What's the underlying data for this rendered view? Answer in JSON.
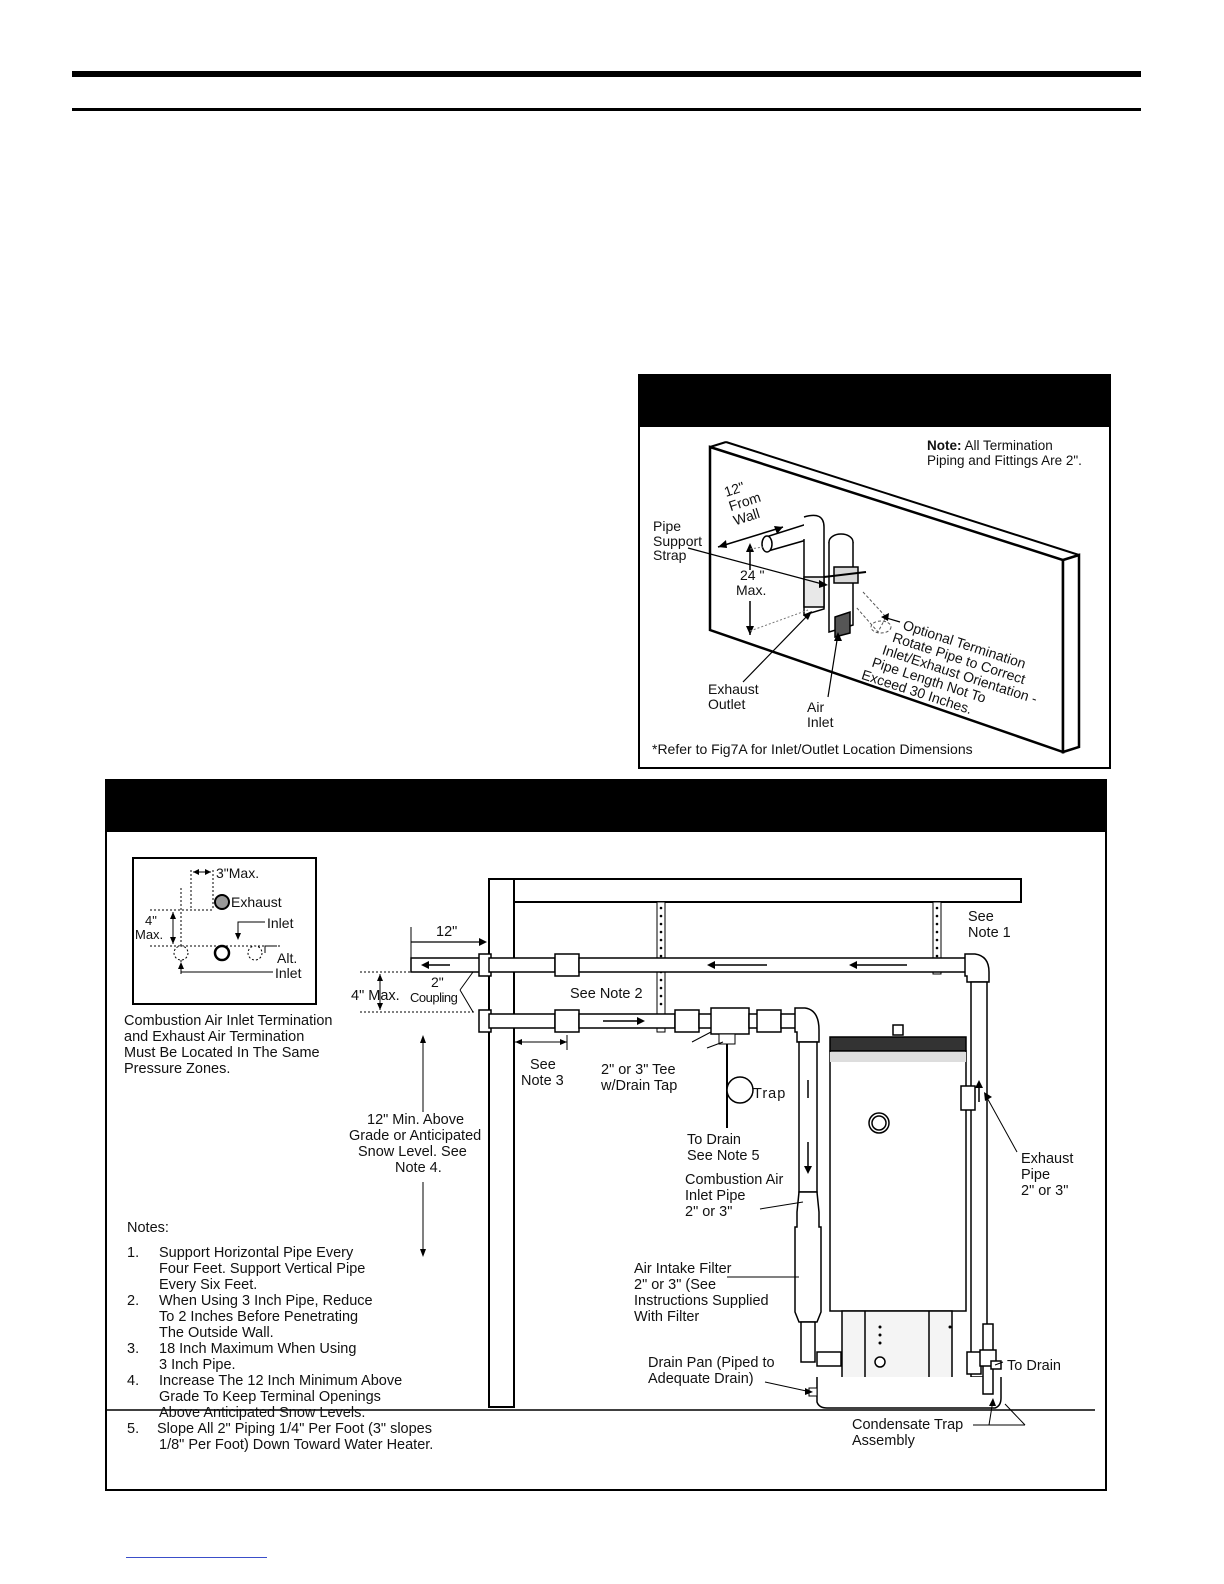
{
  "fig7": {
    "note_bold": "Note:",
    "note_rest": " All Termination",
    "note_line2": "Piping and Fittings Are 2\".",
    "from_wall": [
      "12\"",
      "From",
      "Wall"
    ],
    "support_strap": [
      "Pipe",
      "Support",
      "Strap"
    ],
    "max24": [
      "24 \"",
      "Max."
    ],
    "optional": [
      "Optional Termination",
      "Rotate Pipe to Correct",
      "Inlet/Exhaust Orientation -",
      "Pipe Length Not To",
      "Exceed 30 Inches."
    ],
    "exhaust_outlet": [
      "Exhaust",
      "Outlet"
    ],
    "air_inlet": [
      "Air",
      "Inlet"
    ],
    "refer": "*Refer to Fig7A for Inlet/Outlet Location Dimensions"
  },
  "fig7a": {
    "inset": {
      "max3": "3\"Max.",
      "exhaust": "Exhaust",
      "inlet": "Inlet",
      "max4": [
        "4\"",
        "Max."
      ],
      "alt_inlet": [
        "Alt.",
        "Inlet"
      ]
    },
    "pressure_note": [
      "Combustion Air Inlet Termination",
      "and Exhaust Air Termination",
      "Must Be Located In The Same",
      "Pressure Zones."
    ],
    "dim_12": "12\"",
    "coupling": [
      "2\"",
      "Coupling"
    ],
    "max4_label": "4\" Max.",
    "see_note2": "See Note 2",
    "see_note1": [
      "See",
      "Note 1"
    ],
    "see_note3": [
      "See",
      "Note 3"
    ],
    "tee": [
      "2\" or 3\" Tee",
      "w/Drain Tap"
    ],
    "trap": "Trap",
    "to_drain_note5": [
      "To Drain",
      "See Note 5"
    ],
    "combustion_pipe": [
      "Combustion Air",
      "Inlet Pipe",
      " 2\" or 3\""
    ],
    "min_grade": [
      "12\" Min. Above",
      "Grade or Anticipated",
      "Snow Level.  See",
      "Note 4."
    ],
    "exhaust_pipe": [
      "Exhaust",
      "Pipe",
      "2\" or 3\""
    ],
    "filter": [
      "Air Intake Filter",
      "2\" or 3\" (See",
      "Instructions Supplied",
      "With Filter"
    ],
    "drain_pan": [
      "Drain Pan (Piped to",
      "Adequate Drain)"
    ],
    "to_drain": "To Drain",
    "condensate": [
      "Condensate Trap",
      "Assembly"
    ],
    "notes_title": "Notes:",
    "notes": [
      {
        "num": "1.",
        "lines": [
          "Support Horizontal Pipe Every",
          "Four Feet. Support Vertical Pipe",
          "Every Six Feet."
        ]
      },
      {
        "num": "2.",
        "lines": [
          "When Using 3 Inch Pipe, Reduce",
          "To 2 Inches Before Penetrating",
          "The Outside Wall."
        ]
      },
      {
        "num": "3.",
        "lines": [
          "18 Inch Maximum When Using",
          "3 Inch Pipe."
        ]
      },
      {
        "num": "4.",
        "lines": [
          "Increase The 12 Inch Minimum Above",
          "Grade To Keep Terminal Openings",
          "Above Anticipated Snow Levels."
        ]
      },
      {
        "num": "5.",
        "lines": [
          "Slope All 2\" Piping 1/4\" Per Foot (3\" slopes",
          "1/8\" Per Foot) Down Toward Water Heater."
        ]
      }
    ]
  }
}
